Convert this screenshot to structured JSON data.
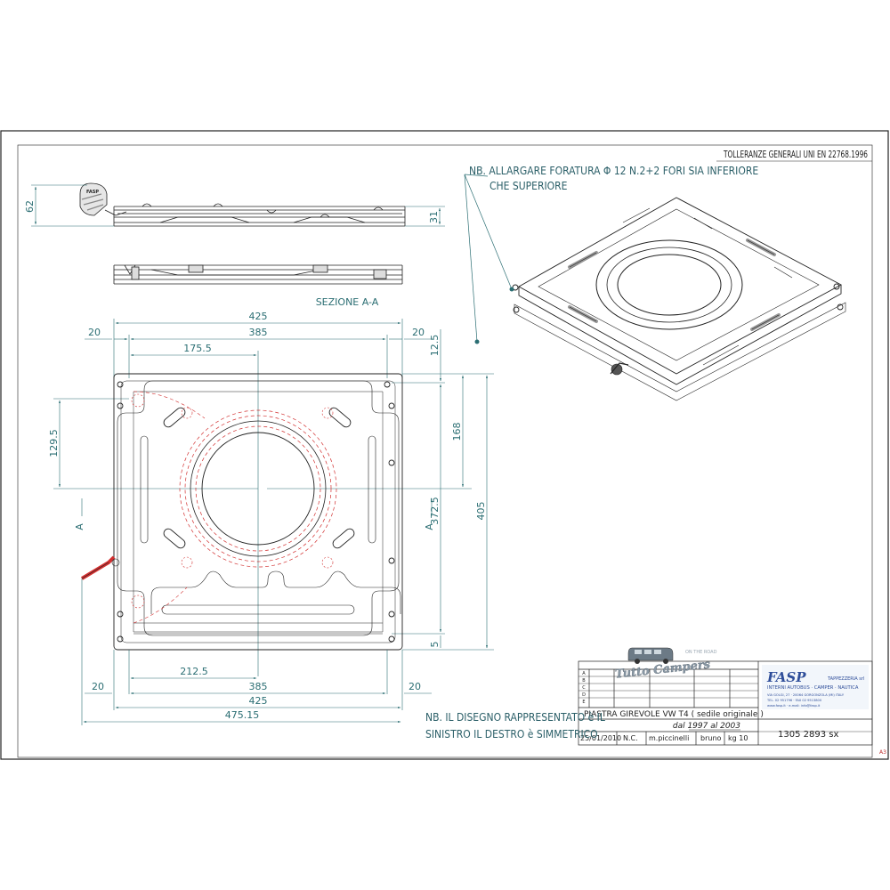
{
  "header": {
    "tolerance_note": "TOLLERANZE GENERALI UNI EN 22768.1996"
  },
  "notes": {
    "drill_note_line1": "NB. ALLARGARE FORATURA Φ 12 N.2+2 FORI SIA INFERIORE",
    "drill_note_line2": "CHE SUPERIORE",
    "section_label": "SEZIONE A-A",
    "symmetry_note_line1": "NB. IL DISEGNO RAPPRESENTATO è IL",
    "symmetry_note_line2": "SINISTRO IL DESTRO è SIMMETRICO",
    "section_mark": "A"
  },
  "dimensions": {
    "side_height": "62",
    "side_thickness": "31",
    "top_overall": "425",
    "top_holes": "385",
    "top_left_margin": "20",
    "top_right_margin": "20",
    "top_offset": "175.5",
    "right_top_margin": "12.5",
    "right_168": "168",
    "right_372_5": "372.5",
    "right_405": "405",
    "right_bottom": "5",
    "left_129_5": "129.5",
    "bottom_212_5": "212.5",
    "bottom_holes": "385",
    "bottom_overall": "425",
    "bottom_left_margin": "20",
    "bottom_right_margin": "20",
    "bottom_total": "475.15"
  },
  "title_block": {
    "rev_letters": [
      "A",
      "B",
      "C",
      "D",
      "E"
    ],
    "logo_text": "Tutto Campers",
    "logo_small": "ON THE ROAD",
    "company": "FASP",
    "company_sub": "TAPPEZZERIA srl",
    "company_tagline": "INTERNI AUTOBUS · CAMPER · NAUTICA",
    "company_addr1": "VIA GOLGI, 27 · 20064 GORGONZOLA (MI) ITALY",
    "company_addr2": "TEL. 02 951796 · FAX 02 9513800",
    "company_addr3": "www.fasp.it · e-mail: info@fasp.it",
    "description": "PIASTRA GIREVOLE VW T4 ( sedile originale )",
    "validity": "dal 1997 al 2003",
    "date": "25/01/2010",
    "designer_code": "N.C.",
    "designer": "m.piccinelli",
    "color": "bruno",
    "weight": "kg 10",
    "code": "1305 2893 sx",
    "sheet_format": "A3"
  }
}
